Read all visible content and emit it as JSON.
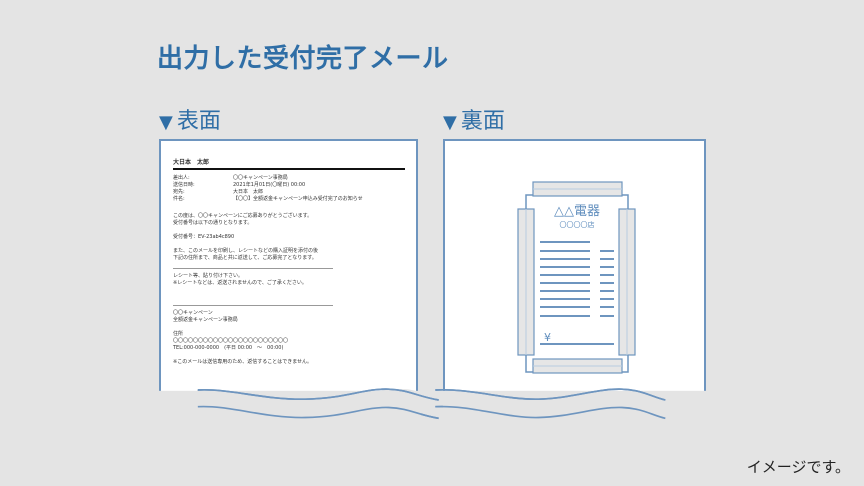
{
  "header": {
    "title": "出力した受付完了メール"
  },
  "sections": {
    "front": {
      "marker": "▼",
      "label": "表面"
    },
    "back": {
      "marker": "▼",
      "label": "裏面"
    }
  },
  "mail": {
    "recipient": "大日本　太郎",
    "headers": [
      {
        "key": "差出人:",
        "value": "〇〇キャンペーン事務局"
      },
      {
        "key": "送信日時:",
        "value": "2021年1月01日(〇曜日) 00:00"
      },
      {
        "key": "宛先:",
        "value": "大日本　太郎"
      },
      {
        "key": "件名:",
        "value": "【〇〇】全額返金キャンペーン申込み受付完了のお知らせ"
      }
    ],
    "body": [
      "この度は、〇〇キャンペーンにご応募ありがとうございます。",
      "受付番号は以下の通りとなります。",
      "",
      "受付番号：EV-23ab4c890",
      "",
      "また、このメールを印刷し、レシートなどの購入証明を添付の後",
      "下記の住所まで、商品と共に返送して、ご応募完了となります。"
    ],
    "note": [
      "レシート等、貼り付け下さい。",
      "※レシートなどは、返送されませんので、ご了承ください。"
    ],
    "footer": [
      "〇〇キャンペーン",
      "全額返金キャンペーン事務局",
      "",
      "住所",
      "〇〇〇〇〇〇〇〇〇〇〇〇〇〇〇〇〇〇〇〇〇〇〇",
      "TEL:000-000-0000　(平日 00:00　〜　00:00)",
      "",
      "※このメールは送信専用のため、返信することはできません。"
    ]
  },
  "receipt": {
    "store_name": "△△電器",
    "branch": "〇〇〇〇店",
    "currency_symbol": "¥"
  },
  "colors": {
    "accent": "#2f6ea6",
    "line": "#6e95bf",
    "background": "#e4e4e4",
    "tape": "#e6e6e6"
  },
  "footnote": "イメージです。"
}
